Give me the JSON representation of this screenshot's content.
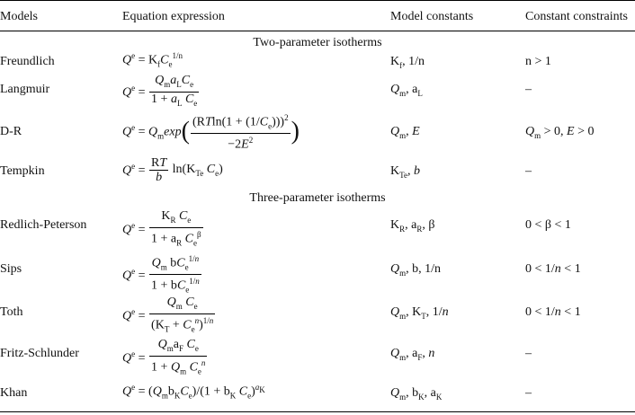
{
  "header": {
    "col1": "Models",
    "col2": "Equation expression",
    "col3": "Model constants",
    "col4": "Constant constraints"
  },
  "sections": {
    "two": "Two-parameter isotherms",
    "three": "Three-parameter isotherms"
  },
  "rows": [
    {
      "model": "Freundlich",
      "constants": "K",
      "constraint": "n > 1"
    },
    {
      "model": "Langmuir",
      "constraint": "–"
    },
    {
      "model": "D-R",
      "constraint": "Qm > 0, E > 0"
    },
    {
      "model": "Tempkin",
      "constraint": "–"
    },
    {
      "model": "Redlich-Peterson",
      "constraint": "0 < β < 1"
    },
    {
      "model": "Sips",
      "constraint": "0 < 1/n < 1"
    },
    {
      "model": "Toth",
      "constraint": "0 < 1/n < 1"
    },
    {
      "model": "Fritz-Schlunder",
      "constraint": "–"
    },
    {
      "model": "Khan",
      "constraint": "–"
    }
  ]
}
